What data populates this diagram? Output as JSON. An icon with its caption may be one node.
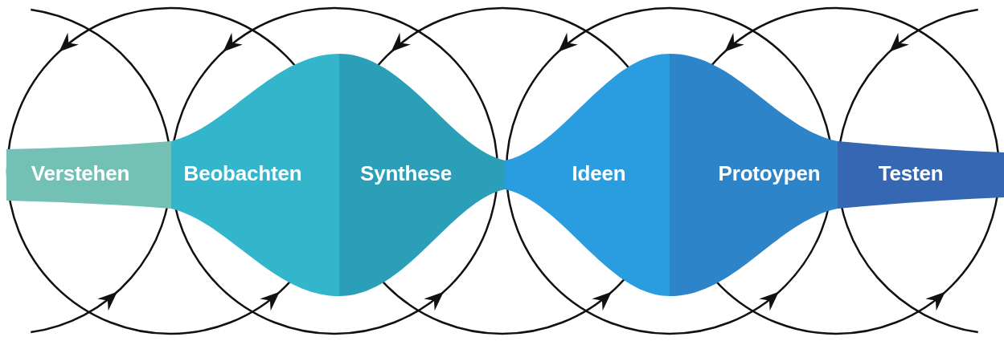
{
  "diagram": {
    "nodes": [
      {
        "text": [
          "Verstehen"
        ]
      },
      {
        "text": [
          "Beobachten"
        ]
      },
      {
        "text": [
          "Synthese"
        ]
      },
      {
        "text": [
          "Ideen"
        ]
      },
      {
        "text": [
          "Protoypen"
        ]
      },
      {
        "text": [
          "Testen"
        ]
      }
    ]
  }
}
